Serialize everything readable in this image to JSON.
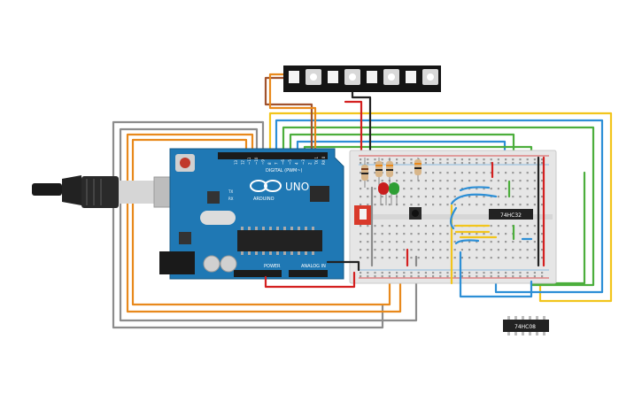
{
  "board": {
    "logo_text": "ARDUINO",
    "model": "UNO",
    "digital_label": "DIGITAL (PWM~)",
    "power_label": "POWER",
    "analog_label": "ANALOG IN",
    "aref": "AREF",
    "gnd": "GND",
    "pin_labels": [
      "13",
      "12",
      "~11",
      "~10",
      "~9",
      "8",
      "7",
      "~6",
      "~5",
      "4",
      "~3",
      "2",
      "TX 1",
      "RX 0"
    ],
    "tx": "TX",
    "rx": "RX"
  },
  "chips": {
    "breadboard_chip": "74HC32",
    "loose_chip": "74HC08"
  },
  "colors": {
    "board": "#1f78b4",
    "breadboard": "#e6e6e6",
    "strip": "#1b1b1b",
    "wire_orange": "#e8891c",
    "wire_gray": "#8c8c8c",
    "wire_green": "#4cae3c",
    "wire_blue": "#2d8fd6",
    "wire_yellow": "#f2c51c",
    "wire_red": "#d42020",
    "wire_brown": "#a0522d",
    "wire_black": "#222222",
    "led_red": "#c81e1e",
    "led_green": "#2e9e34",
    "switch_red": "#d93a2b"
  },
  "icons": {
    "usb_cable": "usb-cable-icon",
    "neopixel_strip": "led-strip-icon",
    "pushbutton": "pushbutton-icon",
    "dip_switch": "dip-switch-icon"
  }
}
